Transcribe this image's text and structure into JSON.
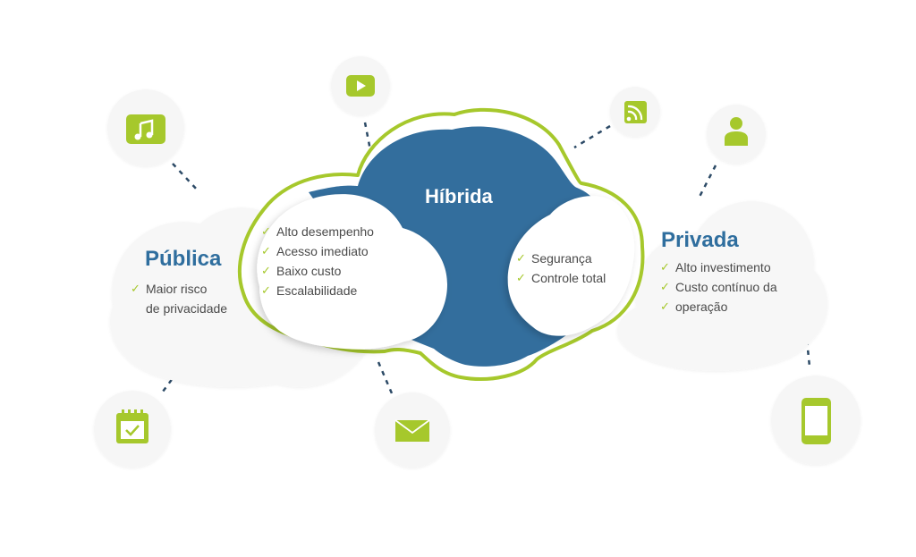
{
  "colors": {
    "accent_green": "#a6c82c",
    "brand_blue": "#2f6e9e",
    "cloud_blue": "#336e9d",
    "text": "#4a4a4a",
    "bubble": "#f6f6f6"
  },
  "hibrida": {
    "title": "Híbrida",
    "left_items": [
      "Alto desempenho",
      "Acesso imediato",
      "Baixo custo",
      "Escalabilidade"
    ],
    "right_items": [
      "Segurança",
      "Controle total"
    ]
  },
  "publica": {
    "title": "Pública",
    "item_line1": "Maior risco",
    "item_line2": "de privacidade"
  },
  "privada": {
    "title": "Privada",
    "item1": "Alto investimento",
    "item2_line1": "Custo contínuo da",
    "item2_line2": "operação"
  },
  "icons": [
    "music-icon",
    "play-icon",
    "rss-icon",
    "user-icon",
    "calendar-icon",
    "mail-icon",
    "phone-icon"
  ]
}
